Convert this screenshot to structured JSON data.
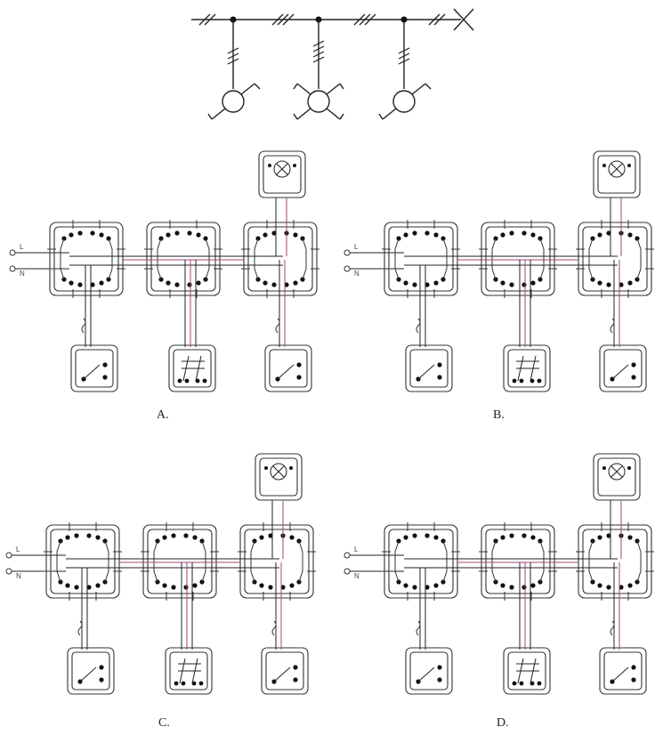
{
  "options": [
    {
      "id": "A",
      "label": "A."
    },
    {
      "id": "B",
      "label": "B."
    },
    {
      "id": "C",
      "label": "C."
    },
    {
      "id": "D",
      "label": "D."
    }
  ],
  "terminals": {
    "line": "L",
    "neutral": "N"
  },
  "colors": {
    "wire": "#222222",
    "phase": "#a0457a"
  }
}
